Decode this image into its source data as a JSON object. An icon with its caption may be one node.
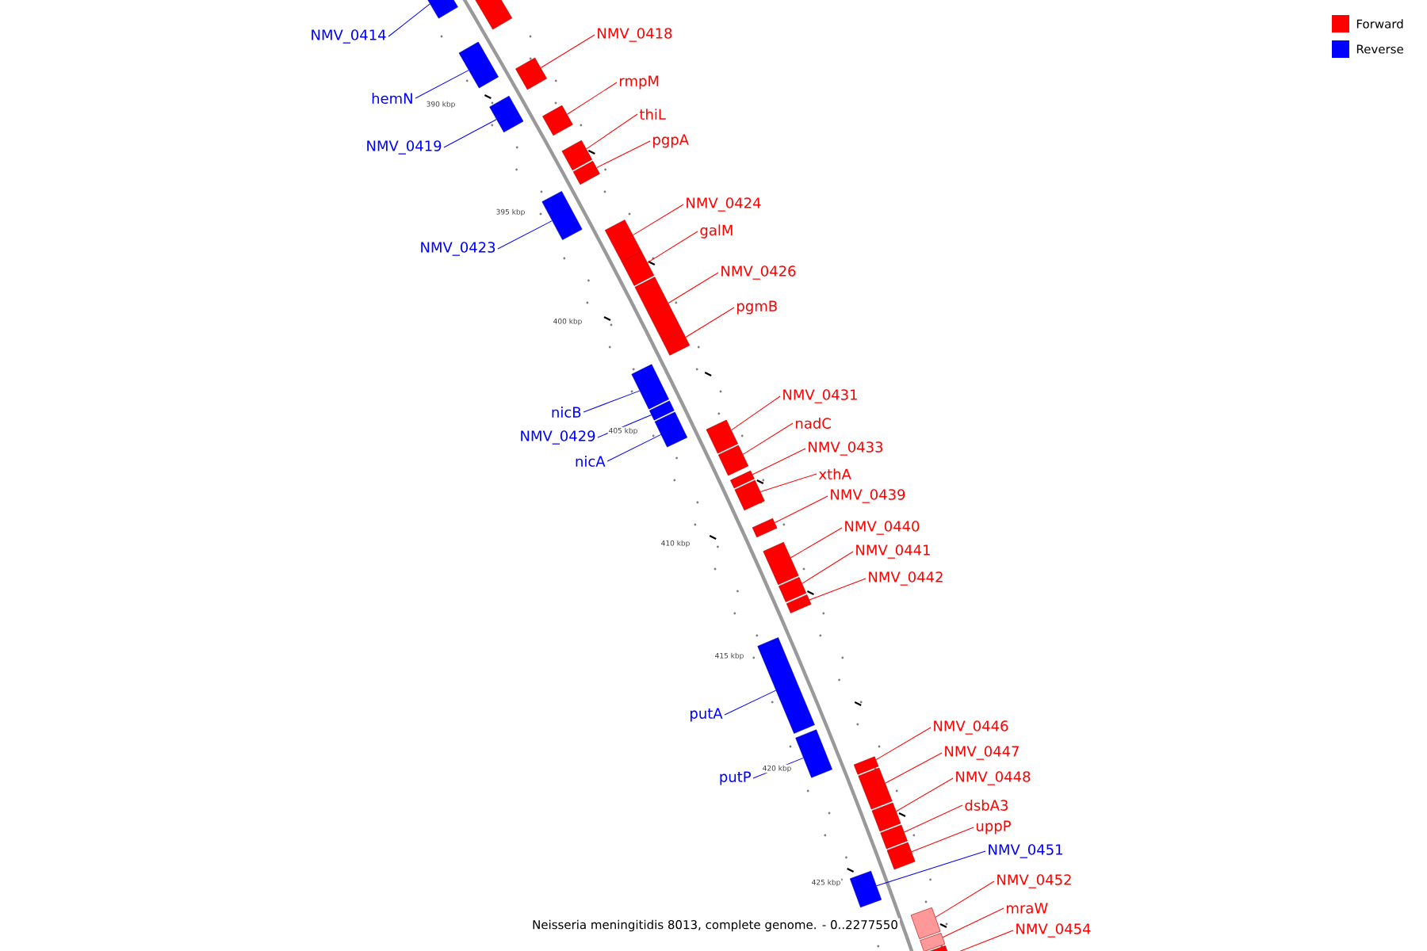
{
  "diagram": {
    "caption": "Neisseria meningitidis 8013, complete genome. - 0..2277550",
    "nodes": [
      {
        "text": [
          "NMV_0414"
        ]
      },
      {
        "text": [],
        "shape": "bar"
      },
      {
        "text": [
          "NMV_0418"
        ]
      },
      {
        "text": [],
        "shape": "bar"
      },
      {
        "text": [
          "rmpM"
        ]
      },
      {
        "text": [],
        "shape": "bar"
      },
      {
        "text": [
          "hemN"
        ]
      },
      {
        "text": [],
        "shape": "bar"
      },
      {
        "text": [
          "thiL"
        ]
      },
      {
        "text": [],
        "shape": "bar"
      },
      {
        "text": [
          "pgpA"
        ]
      },
      {
        "text": [],
        "shape": "bar"
      },
      {
        "text": [
          "NMV_0419"
        ]
      },
      {
        "text": [],
        "shape": "bar"
      },
      {
        "text": [
          "NMV_0424"
        ]
      },
      {
        "text": [],
        "shape": "bar"
      },
      {
        "text": [
          "galM"
        ]
      },
      {
        "text": [],
        "shape": "bar"
      },
      {
        "text": [
          "NMV_0423"
        ]
      },
      {
        "text": [],
        "shape": "bar"
      },
      {
        "text": [
          "NMV_0426"
        ]
      },
      {
        "text": [],
        "shape": "bar"
      },
      {
        "text": [
          "pgmB"
        ]
      },
      {
        "text": [],
        "shape": "bar"
      },
      {
        "text": [
          "NMV_0431"
        ]
      },
      {
        "text": [],
        "shape": "bar"
      },
      {
        "text": [
          "nicB"
        ]
      },
      {
        "text": [],
        "shape": "bar"
      },
      {
        "text": [
          "nadC"
        ]
      },
      {
        "text": [],
        "shape": "bar"
      },
      {
        "text": [
          "NMV_0429"
        ]
      },
      {
        "text": [],
        "shape": "bar"
      },
      {
        "text": [
          "NMV_0433"
        ]
      },
      {
        "text": [],
        "shape": "bar"
      },
      {
        "text": [
          "nicA"
        ]
      },
      {
        "text": [],
        "shape": "bar"
      },
      {
        "text": [
          "xthA"
        ]
      },
      {
        "text": [],
        "shape": "bar"
      },
      {
        "text": [
          "NMV_0439"
        ]
      },
      {
        "text": [],
        "shape": "bar"
      },
      {
        "text": [
          "NMV_0440"
        ]
      },
      {
        "text": [],
        "shape": "bar"
      },
      {
        "text": [
          "NMV_0441"
        ]
      },
      {
        "text": [],
        "shape": "bar"
      },
      {
        "text": [
          "NMV_0442"
        ]
      },
      {
        "text": [],
        "shape": "bar"
      },
      {
        "text": [
          "putA"
        ]
      },
      {
        "text": [],
        "shape": "bar"
      },
      {
        "text": [
          "NMV_0446"
        ]
      },
      {
        "text": [],
        "shape": "bar"
      },
      {
        "text": [
          "NMV_0447"
        ]
      },
      {
        "text": [],
        "shape": "bar"
      },
      {
        "text": [
          "NMV_0448"
        ]
      },
      {
        "text": [],
        "shape": "bar"
      },
      {
        "text": [
          "putP"
        ]
      },
      {
        "text": [],
        "shape": "bar"
      },
      {
        "text": [
          "dsbA3"
        ]
      },
      {
        "text": [],
        "shape": "bar"
      },
      {
        "text": [
          "uppP"
        ]
      },
      {
        "text": [],
        "shape": "bar"
      },
      {
        "text": [
          "NMV_0451"
        ]
      },
      {
        "text": [],
        "shape": "bar"
      },
      {
        "text": [
          "NMV_0452"
        ]
      },
      {
        "text": [],
        "shape": "bar"
      },
      {
        "text": [
          "mraW"
        ]
      },
      {
        "text": [],
        "shape": "bar"
      },
      {
        "text": [
          "NMV_0454"
        ]
      },
      {
        "text": [],
        "shape": "bar"
      },
      {
        "text": [],
        "shape": "bar"
      }
    ],
    "edges": [
      {
        "from": 0,
        "to": 1,
        "arrow": "none",
        "color": "#0000ff"
      },
      {
        "from": 2,
        "to": 3,
        "arrow": "none"
      },
      {
        "from": 4,
        "to": 5,
        "arrow": "none"
      },
      {
        "from": 6,
        "to": 7,
        "arrow": "none",
        "color": "#0000ff"
      },
      {
        "from": 8,
        "to": 9,
        "arrow": "none"
      },
      {
        "from": 10,
        "to": 11,
        "arrow": "none"
      },
      {
        "from": 12,
        "to": 13,
        "arrow": "none",
        "color": "#0000ff"
      },
      {
        "from": 14,
        "to": 15,
        "arrow": "none"
      },
      {
        "from": 16,
        "to": 17,
        "arrow": "none"
      },
      {
        "from": 18,
        "to": 19,
        "arrow": "none",
        "color": "#0000ff"
      },
      {
        "from": 20,
        "to": 21,
        "arrow": "none"
      },
      {
        "from": 22,
        "to": 23,
        "arrow": "none"
      },
      {
        "from": 24,
        "to": 25,
        "arrow": "none"
      },
      {
        "from": 26,
        "to": 27,
        "arrow": "none",
        "color": "#0000ff"
      },
      {
        "from": 28,
        "to": 29,
        "arrow": "none"
      },
      {
        "from": 30,
        "to": 31,
        "arrow": "none",
        "color": "#0000ff"
      },
      {
        "from": 32,
        "to": 33,
        "arrow": "none"
      },
      {
        "from": 34,
        "to": 35,
        "arrow": "none",
        "color": "#0000ff"
      },
      {
        "from": 36,
        "to": 37,
        "arrow": "none"
      },
      {
        "from": 38,
        "to": 39,
        "arrow": "none"
      },
      {
        "from": 40,
        "to": 41,
        "arrow": "none"
      },
      {
        "from": 42,
        "to": 43,
        "arrow": "none"
      },
      {
        "from": 44,
        "to": 45,
        "arrow": "none"
      },
      {
        "from": 46,
        "to": 47,
        "arrow": "none",
        "color": "#0000ff"
      },
      {
        "from": 48,
        "to": 49,
        "arrow": "none"
      },
      {
        "from": 50,
        "to": 51,
        "arrow": "none"
      },
      {
        "from": 52,
        "to": 53,
        "arrow": "none"
      },
      {
        "from": 54,
        "to": 55,
        "arrow": "none",
        "color": "#0000ff"
      },
      {
        "from": 56,
        "to": 57,
        "arrow": "none"
      },
      {
        "from": 58,
        "to": 59,
        "arrow": "none"
      },
      {
        "from": 60,
        "to": 61,
        "arrow": "none",
        "color": "#0000ff"
      },
      {
        "from": 62,
        "to": 63,
        "arrow": "none"
      },
      {
        "from": 64,
        "to": 65,
        "arrow": "none"
      },
      {
        "from": 66,
        "to": 67,
        "arrow": "none"
      }
    ],
    "labels": [
      "390 kbp",
      "395 kbp",
      "400 kbp",
      "405 kbp",
      "410 kbp",
      "415 kbp",
      "420 kbp",
      "425 kbp"
    ],
    "legend": [
      {
        "text": "Forward",
        "color": "#ff0000"
      },
      {
        "text": "Reverse",
        "color": "#0000ff"
      }
    ]
  }
}
